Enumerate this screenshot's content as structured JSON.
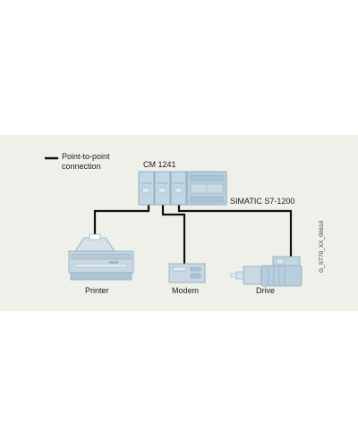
{
  "legend": {
    "line1": "Point-to-point",
    "line2": "connection"
  },
  "labels": {
    "module": "CM 1241",
    "plc": "SIMATIC S7-1200",
    "printer": "Printer",
    "modem": "Modem",
    "drive": "Drive"
  },
  "doc_id": "G_ST70_XX_00610",
  "colors": {
    "panel_bg": "#eff0ea",
    "device_blue": "#b8cedd",
    "device_blue_dark": "#8fb0c6",
    "device_gray": "#d6dee3",
    "line": "#111111"
  }
}
